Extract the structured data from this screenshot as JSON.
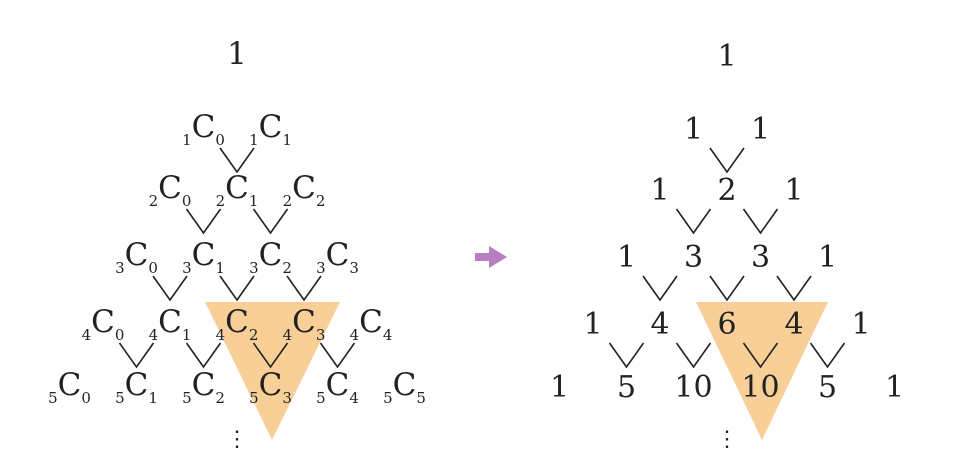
{
  "colors": {
    "highlight": "#f9cf98",
    "arrow": "#b87fc0",
    "ink": "#222222"
  },
  "left_rows": [
    [
      {
        "n": "",
        "base": "1",
        "k": ""
      }
    ],
    [
      {
        "n": "1",
        "base": "C",
        "k": "0"
      },
      {
        "n": "1",
        "base": "C",
        "k": "1"
      }
    ],
    [
      {
        "n": "2",
        "base": "C",
        "k": "0"
      },
      {
        "n": "2",
        "base": "C",
        "k": "1"
      },
      {
        "n": "2",
        "base": "C",
        "k": "2"
      }
    ],
    [
      {
        "n": "3",
        "base": "C",
        "k": "0"
      },
      {
        "n": "3",
        "base": "C",
        "k": "1"
      },
      {
        "n": "3",
        "base": "C",
        "k": "2"
      },
      {
        "n": "3",
        "base": "C",
        "k": "3"
      }
    ],
    [
      {
        "n": "4",
        "base": "C",
        "k": "0"
      },
      {
        "n": "4",
        "base": "C",
        "k": "1"
      },
      {
        "n": "4",
        "base": "C",
        "k": "2"
      },
      {
        "n": "4",
        "base": "C",
        "k": "3"
      },
      {
        "n": "4",
        "base": "C",
        "k": "4"
      }
    ],
    [
      {
        "n": "5",
        "base": "C",
        "k": "0"
      },
      {
        "n": "5",
        "base": "C",
        "k": "1"
      },
      {
        "n": "5",
        "base": "C",
        "k": "2"
      },
      {
        "n": "5",
        "base": "C",
        "k": "3"
      },
      {
        "n": "5",
        "base": "C",
        "k": "4"
      },
      {
        "n": "5",
        "base": "C",
        "k": "5"
      }
    ]
  ],
  "right_rows": [
    [
      "1"
    ],
    [
      "1",
      "1"
    ],
    [
      "1",
      "2",
      "1"
    ],
    [
      "1",
      "3",
      "3",
      "1"
    ],
    [
      "1",
      "4",
      "6",
      "4",
      "1"
    ],
    [
      "1",
      "5",
      "10",
      "10",
      "5",
      "1"
    ]
  ],
  "continuation": "⋮",
  "arrow_icon": "right-arrow-icon",
  "highlight_shape": "inverted-triangle"
}
